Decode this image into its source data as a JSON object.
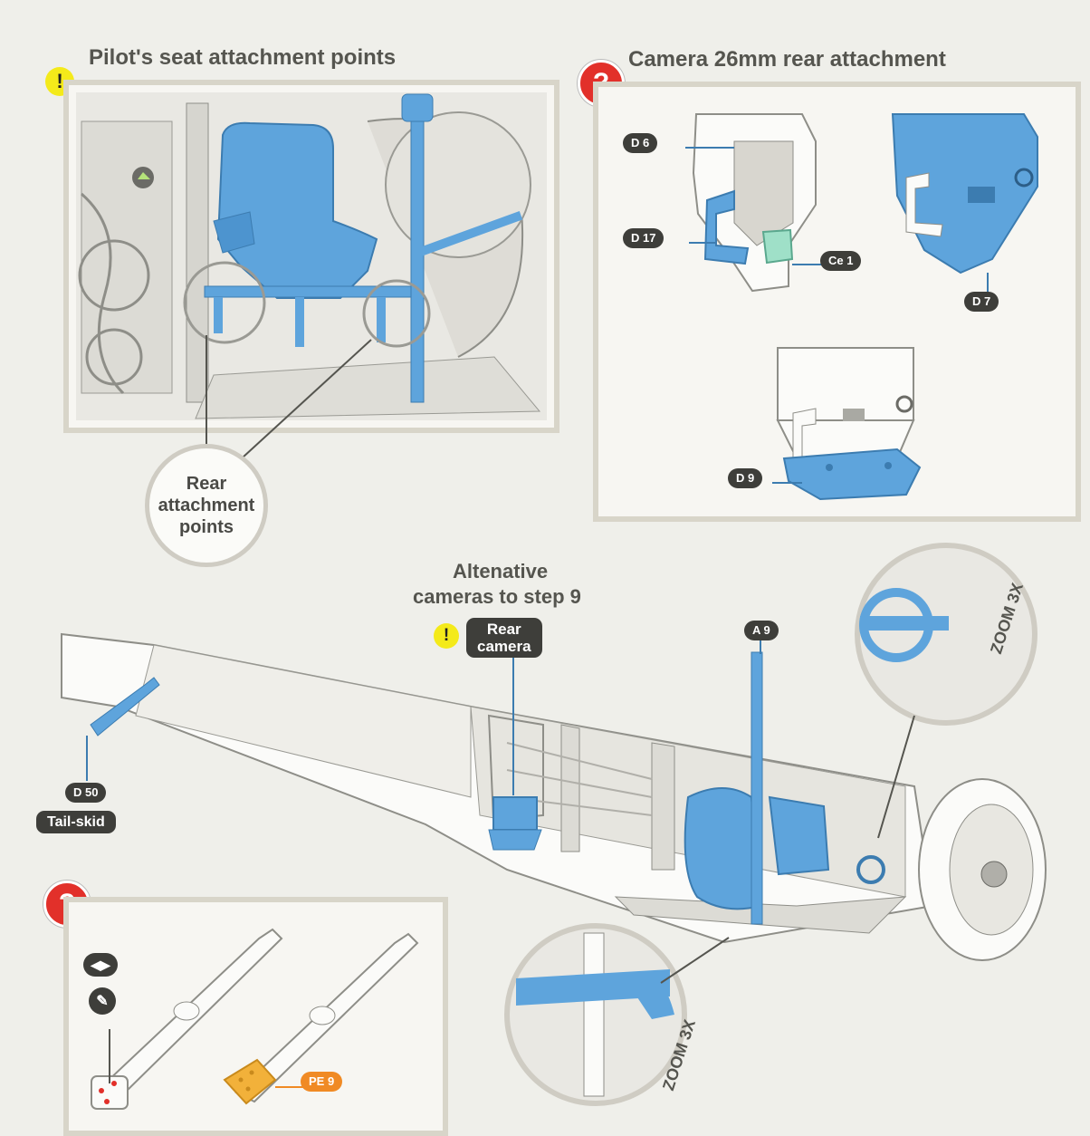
{
  "seat_panel": {
    "title": "Pilot's seat attachment points",
    "callout": "Rear attachment points"
  },
  "camera_panel": {
    "title": "Camera 26mm rear attachment",
    "labels": {
      "d6": "D 6",
      "d17": "D 17",
      "ce1": "Ce 1",
      "d7": "D 7",
      "d9": "D 9"
    }
  },
  "fuselage": {
    "alt_title_line1": "Altenative",
    "alt_title_line2": "cameras to step 9",
    "rear_camera_line1": "Rear",
    "rear_camera_line2": "camera",
    "a9": "A 9",
    "d50": "D 50",
    "tail_skid": "Tail-skid",
    "zoom_top": "ZOOM 3X",
    "zoom_bottom": "ZOOM 3X"
  },
  "pe_panel": {
    "pe9": "PE 9"
  },
  "icons": {
    "warning": "exclamation-icon",
    "question": "question-icon",
    "bend": "bend-arrows-icon",
    "blade": "hobby-knife-icon"
  },
  "colors": {
    "part_blue": "#5ea4dc",
    "photo_etch_orange": "#f2b13a",
    "warning_yellow": "#f4ea1a",
    "question_red": "#e2302a",
    "label_dark": "#3e3e3a"
  }
}
